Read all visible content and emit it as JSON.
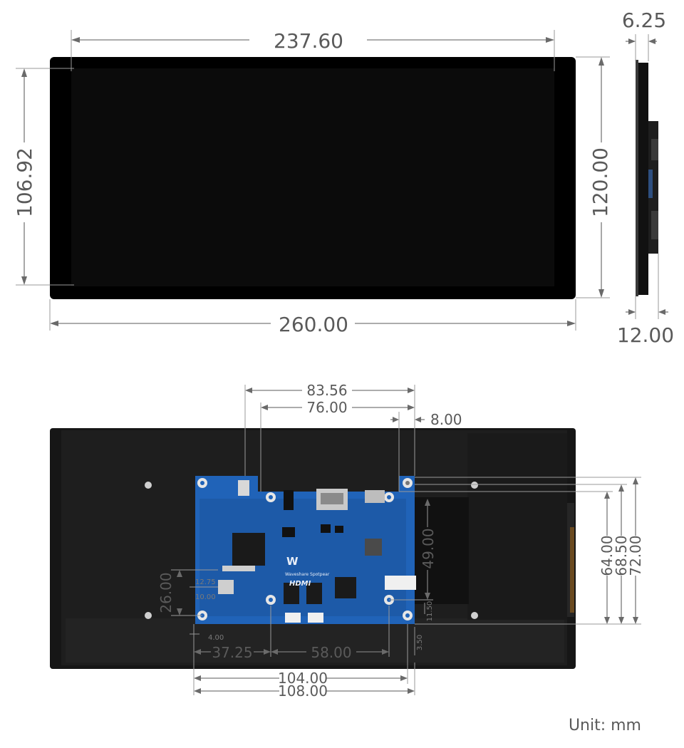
{
  "front_view": {
    "width_outer": "260.00",
    "width_active": "237.60",
    "height_outer": "120.00",
    "height_active": "106.92"
  },
  "side_view": {
    "thickness_glass": "6.25",
    "thickness_total": "12.00"
  },
  "back_view": {
    "top_span_1": "83.56",
    "top_span_2": "76.00",
    "top_offset": "8.00",
    "right_height_1": "64.00",
    "right_height_2": "68.50",
    "right_height_3": "72.00",
    "board_height_49": "49.00",
    "left_height_26": "26.00",
    "left_small_1275": "12.75",
    "left_small_1000": "10.00",
    "left_small_400": "4.00",
    "bottom_small_350": "3.50",
    "right_small_1150": "11.50",
    "bottom_span_3725": "37.25",
    "bottom_span_5800": "58.00",
    "bottom_span_10400": "104.00",
    "bottom_span_10800": "108.00",
    "board_label_hdmi": "HDMI",
    "board_label_brand": "Waveshare  Spotpear"
  },
  "unit_label": "Unit: mm",
  "colors": {
    "screen": "#0a0a0a",
    "bezel": "#000000",
    "back_panel": "#1b1b1b",
    "pcb": "#1f5fb0",
    "dimension_line": "#7a7a7a"
  }
}
